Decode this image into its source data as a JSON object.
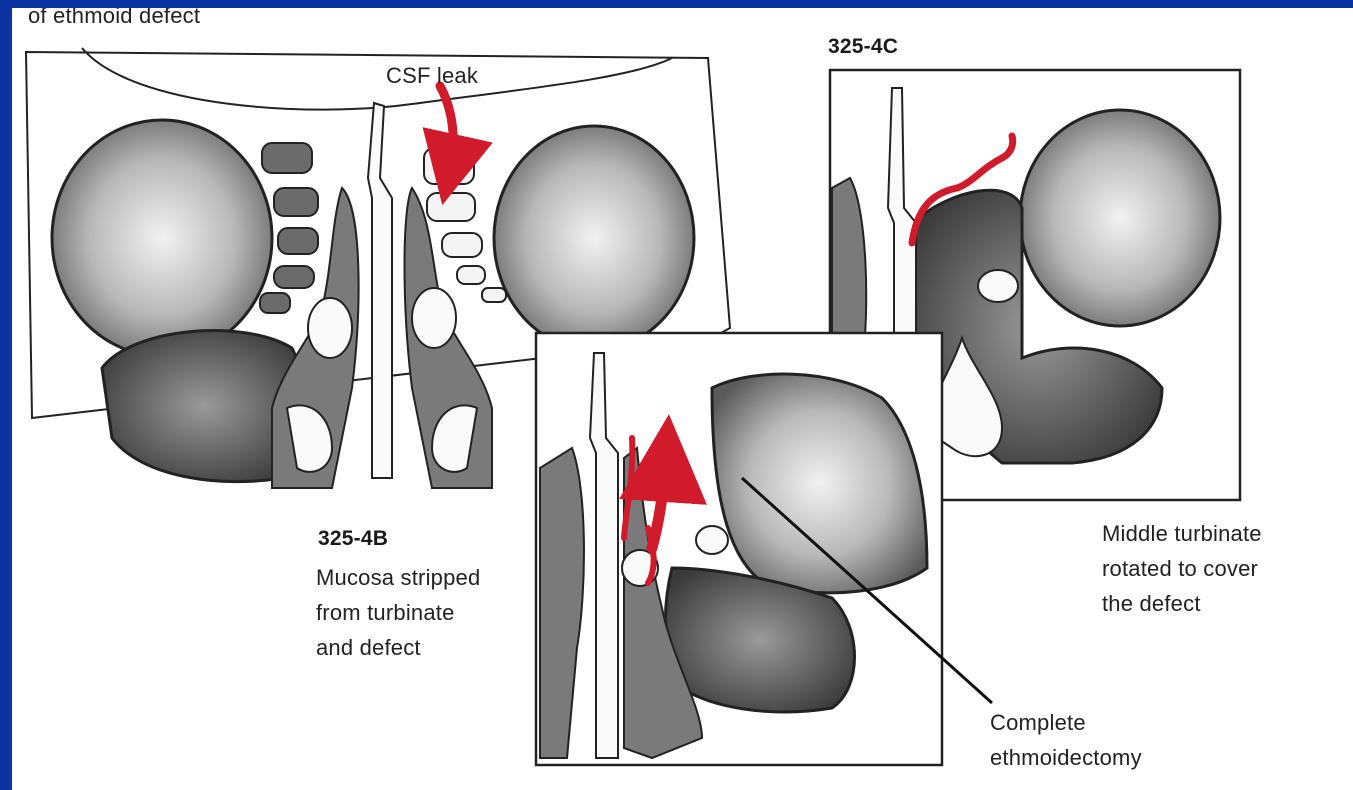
{
  "colors": {
    "slide_border": "#0a32a0",
    "background": "#ffffff",
    "ink": "#222222",
    "highlight": "#d11a2a"
  },
  "labels": {
    "top_caption": "of ethmoid defect",
    "csf_leak": "CSF leak",
    "fig_b": "325-4B",
    "fig_b_caption": [
      "Mucosa stripped",
      "from turbinate",
      "and defect"
    ],
    "fig_c": "325-4C",
    "fig_c_caption": [
      "Middle turbinate",
      "rotated to cover",
      "the defect"
    ],
    "ethmoidectomy": [
      "Complete",
      "ethmoidectomy"
    ]
  }
}
